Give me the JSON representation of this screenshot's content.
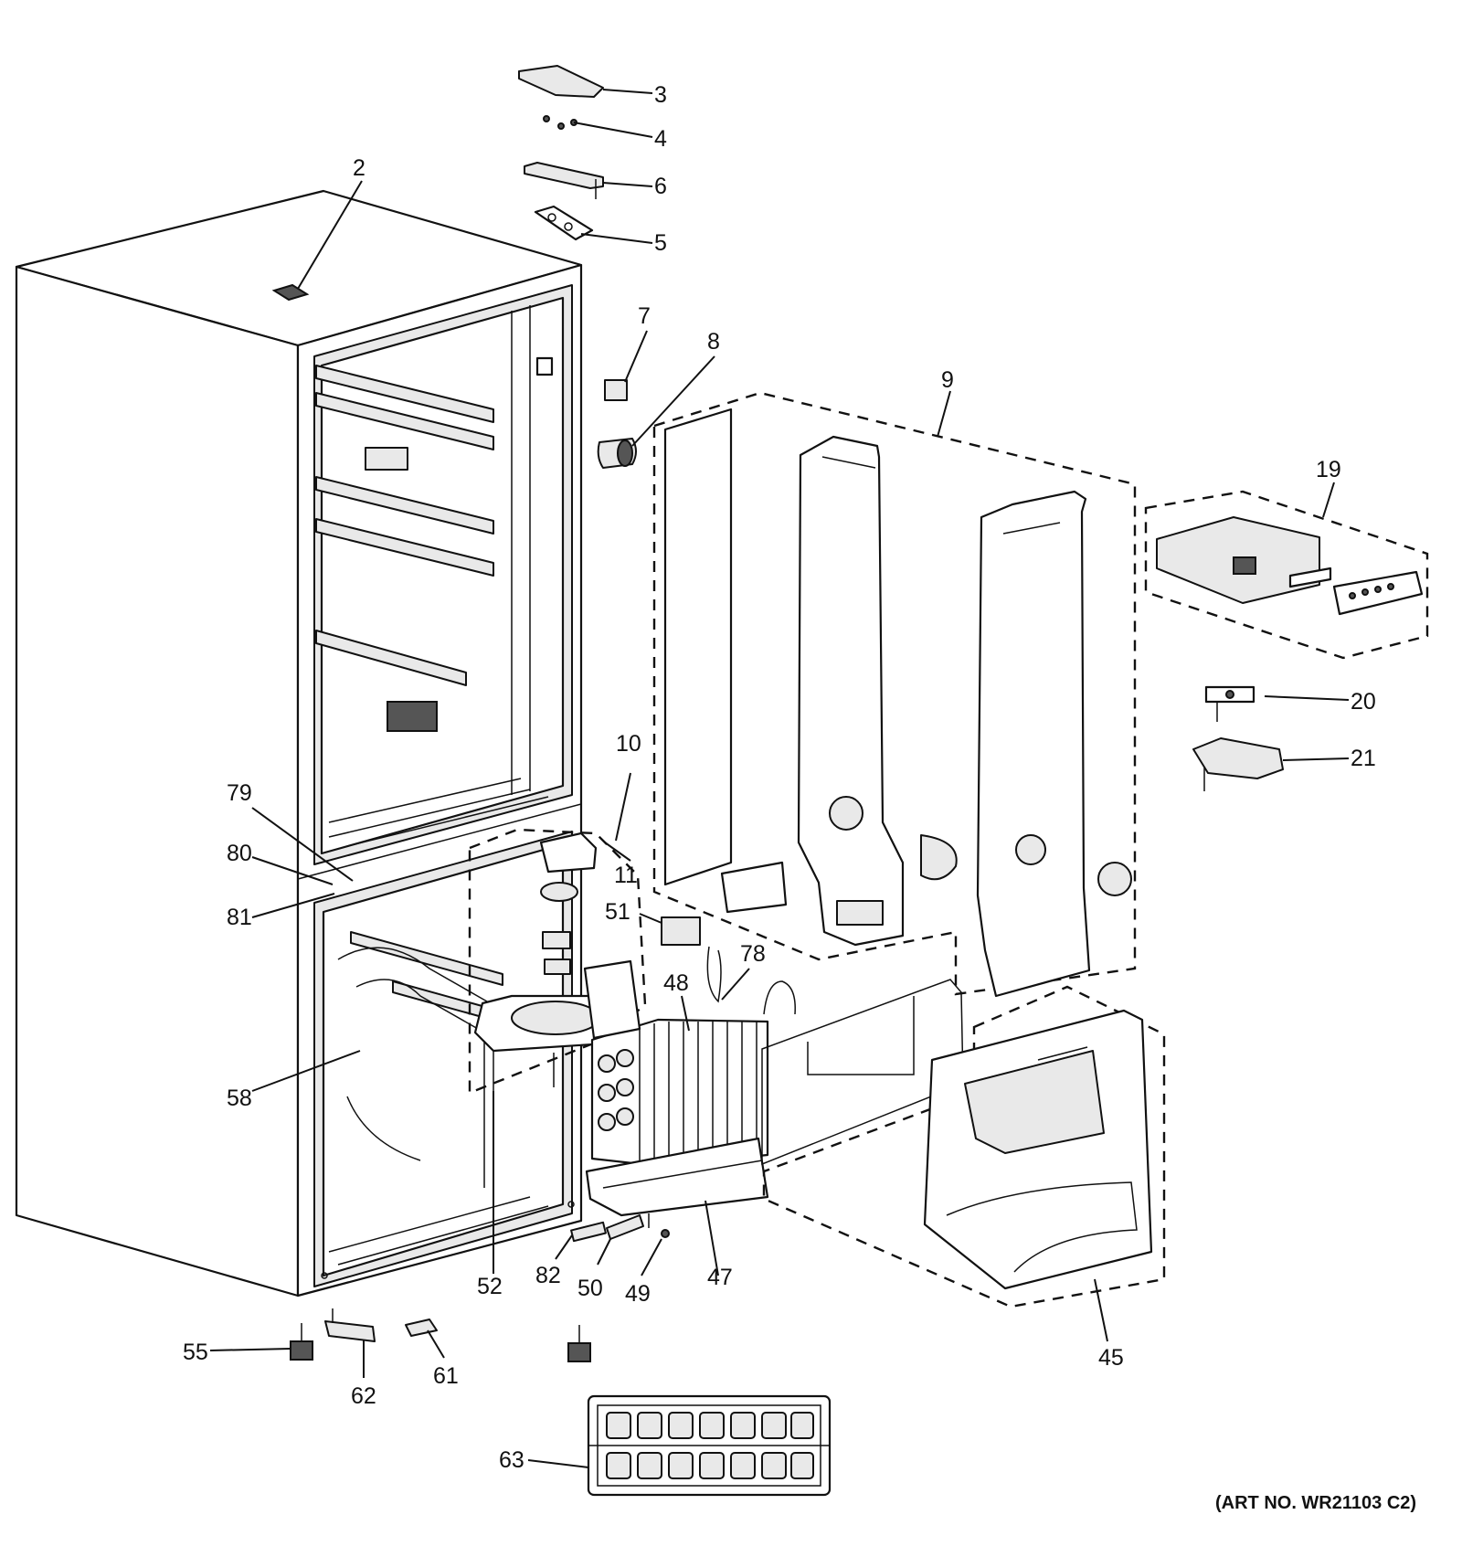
{
  "art_number": "(ART NO. WR21103 C2)",
  "callouts": [
    {
      "id": "3",
      "label": "3"
    },
    {
      "id": "4",
      "label": "4"
    },
    {
      "id": "6",
      "label": "6"
    },
    {
      "id": "5",
      "label": "5"
    },
    {
      "id": "2",
      "label": "2"
    },
    {
      "id": "7",
      "label": "7"
    },
    {
      "id": "8",
      "label": "8"
    },
    {
      "id": "9",
      "label": "9"
    },
    {
      "id": "19",
      "label": "19"
    },
    {
      "id": "20",
      "label": "20"
    },
    {
      "id": "21",
      "label": "21"
    },
    {
      "id": "10",
      "label": "10"
    },
    {
      "id": "11",
      "label": "11"
    },
    {
      "id": "79",
      "label": "79"
    },
    {
      "id": "80",
      "label": "80"
    },
    {
      "id": "81",
      "label": "81"
    },
    {
      "id": "51",
      "label": "51"
    },
    {
      "id": "78",
      "label": "78"
    },
    {
      "id": "48",
      "label": "48"
    },
    {
      "id": "58",
      "label": "58"
    },
    {
      "id": "52",
      "label": "52"
    },
    {
      "id": "82",
      "label": "82"
    },
    {
      "id": "50",
      "label": "50"
    },
    {
      "id": "49",
      "label": "49"
    },
    {
      "id": "47",
      "label": "47"
    },
    {
      "id": "45",
      "label": "45"
    },
    {
      "id": "55",
      "label": "55"
    },
    {
      "id": "62",
      "label": "62"
    },
    {
      "id": "61",
      "label": "61"
    },
    {
      "id": "63",
      "label": "63"
    }
  ]
}
